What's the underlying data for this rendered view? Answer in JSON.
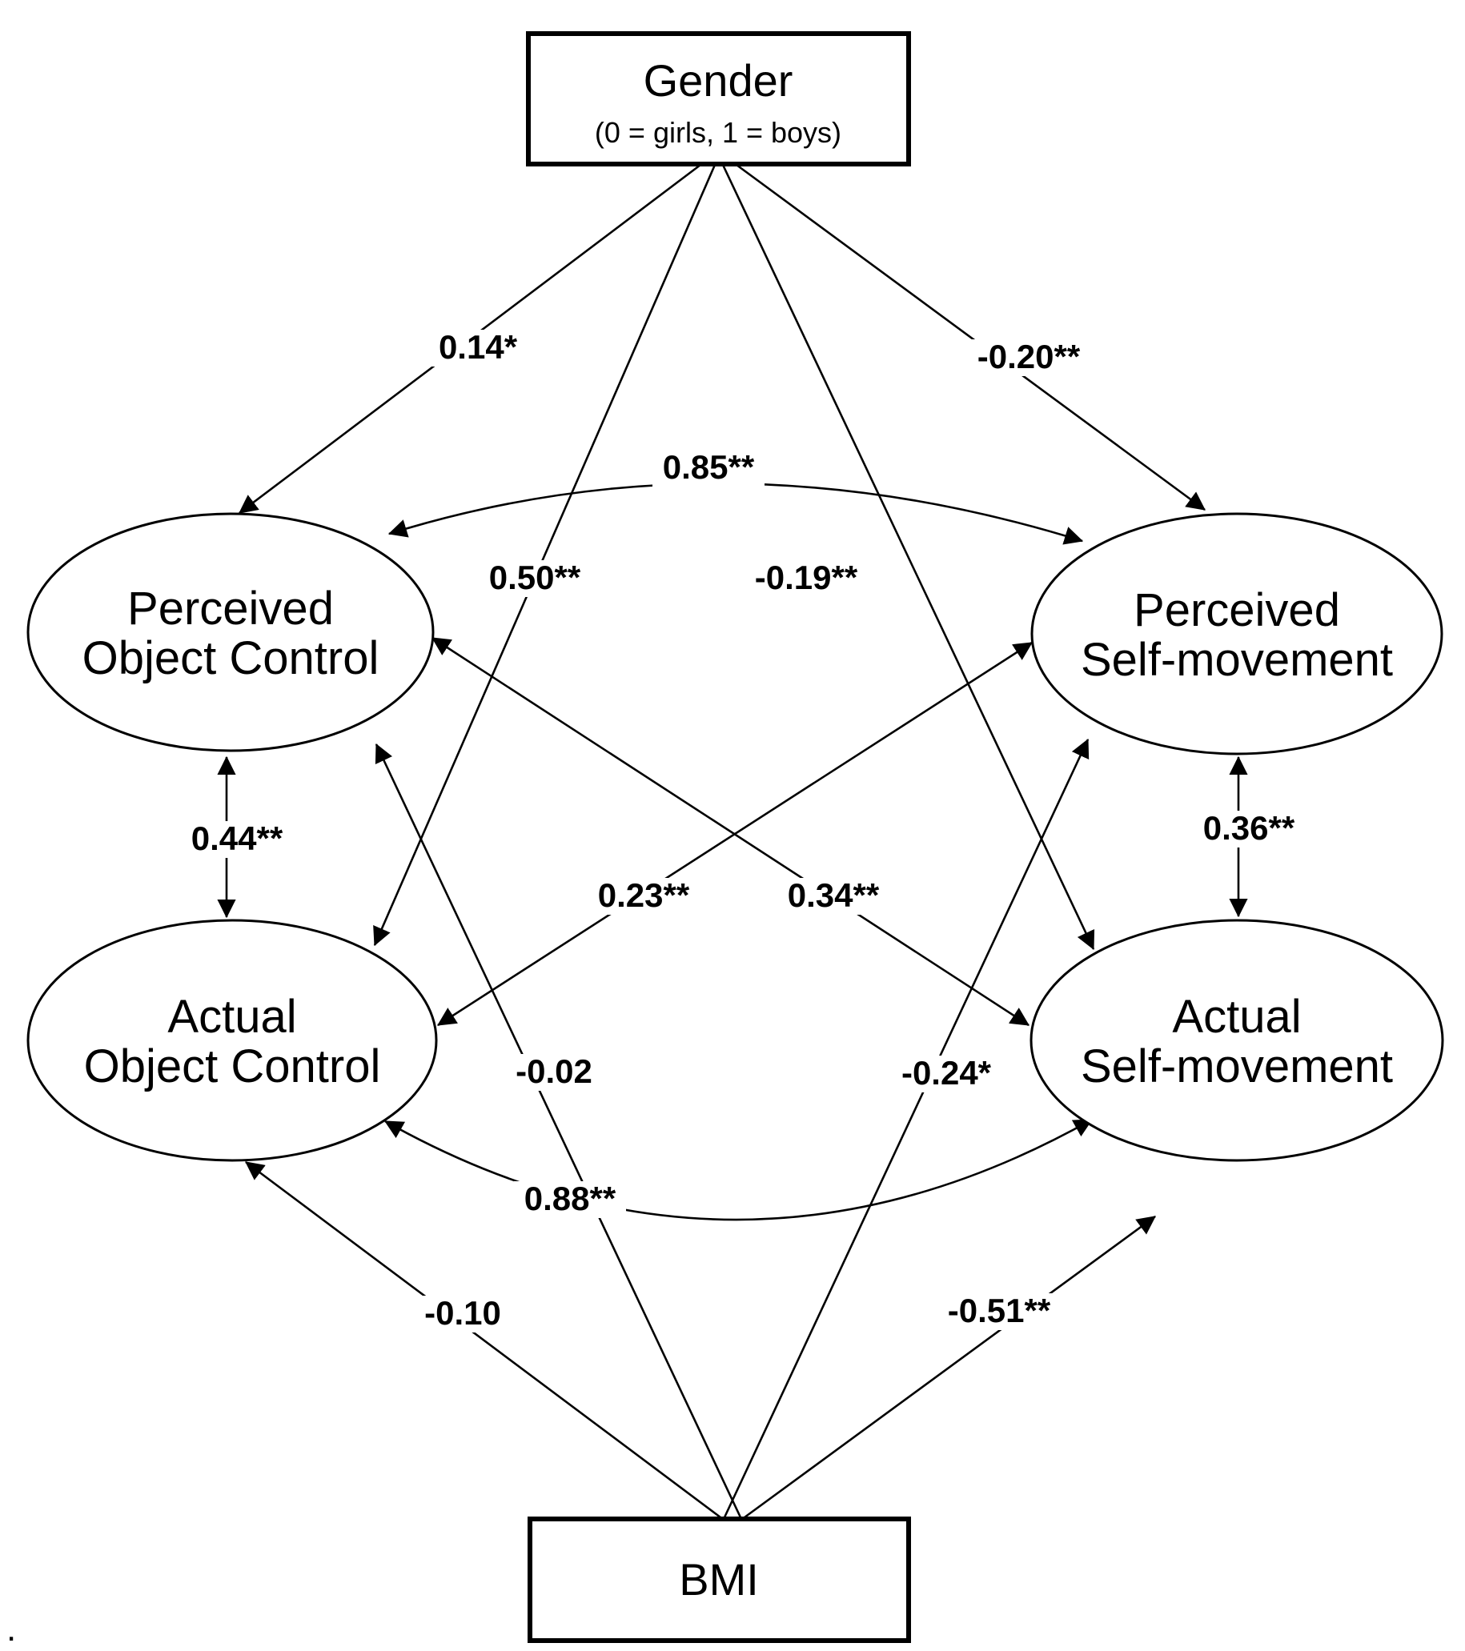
{
  "diagram": {
    "colors": {
      "ink": "#000000",
      "background": "#ffffff"
    },
    "nodes": {
      "gender": {
        "label": "Gender",
        "sublabel": "(0 = girls, 1 = boys)"
      },
      "bmi": {
        "label": "BMI"
      },
      "perceived_object_control": {
        "line1": "Perceived",
        "line2": "Object Control"
      },
      "perceived_self_movement": {
        "line1": "Perceived",
        "line2": "Self-movement"
      },
      "actual_object_control": {
        "line1": "Actual",
        "line2": "Object Control"
      },
      "actual_self_movement": {
        "line1": "Actual",
        "line2": "Self-movement"
      }
    },
    "coefficients": {
      "gender_to_perceived_object_control": "0.14*",
      "gender_to_perceived_self_movement": "-0.20**",
      "gender_to_actual_object_control": "0.50**",
      "gender_to_actual_self_movement": "-0.19**",
      "bmi_to_perceived_object_control": "-0.02",
      "bmi_to_perceived_self_movement": "-0.24*",
      "bmi_to_actual_object_control": "-0.10",
      "bmi_to_actual_self_movement": "-0.51**",
      "corr_perceived_oc_perceived_sm": "0.85**",
      "corr_actual_oc_actual_sm": "0.88**",
      "corr_perceived_oc_actual_oc": "0.44**",
      "corr_perceived_sm_actual_sm": "0.36**",
      "corr_actual_oc_perceived_sm": "0.23**",
      "corr_actual_sm_perceived_oc": "0.34**"
    },
    "caption_period": "."
  }
}
